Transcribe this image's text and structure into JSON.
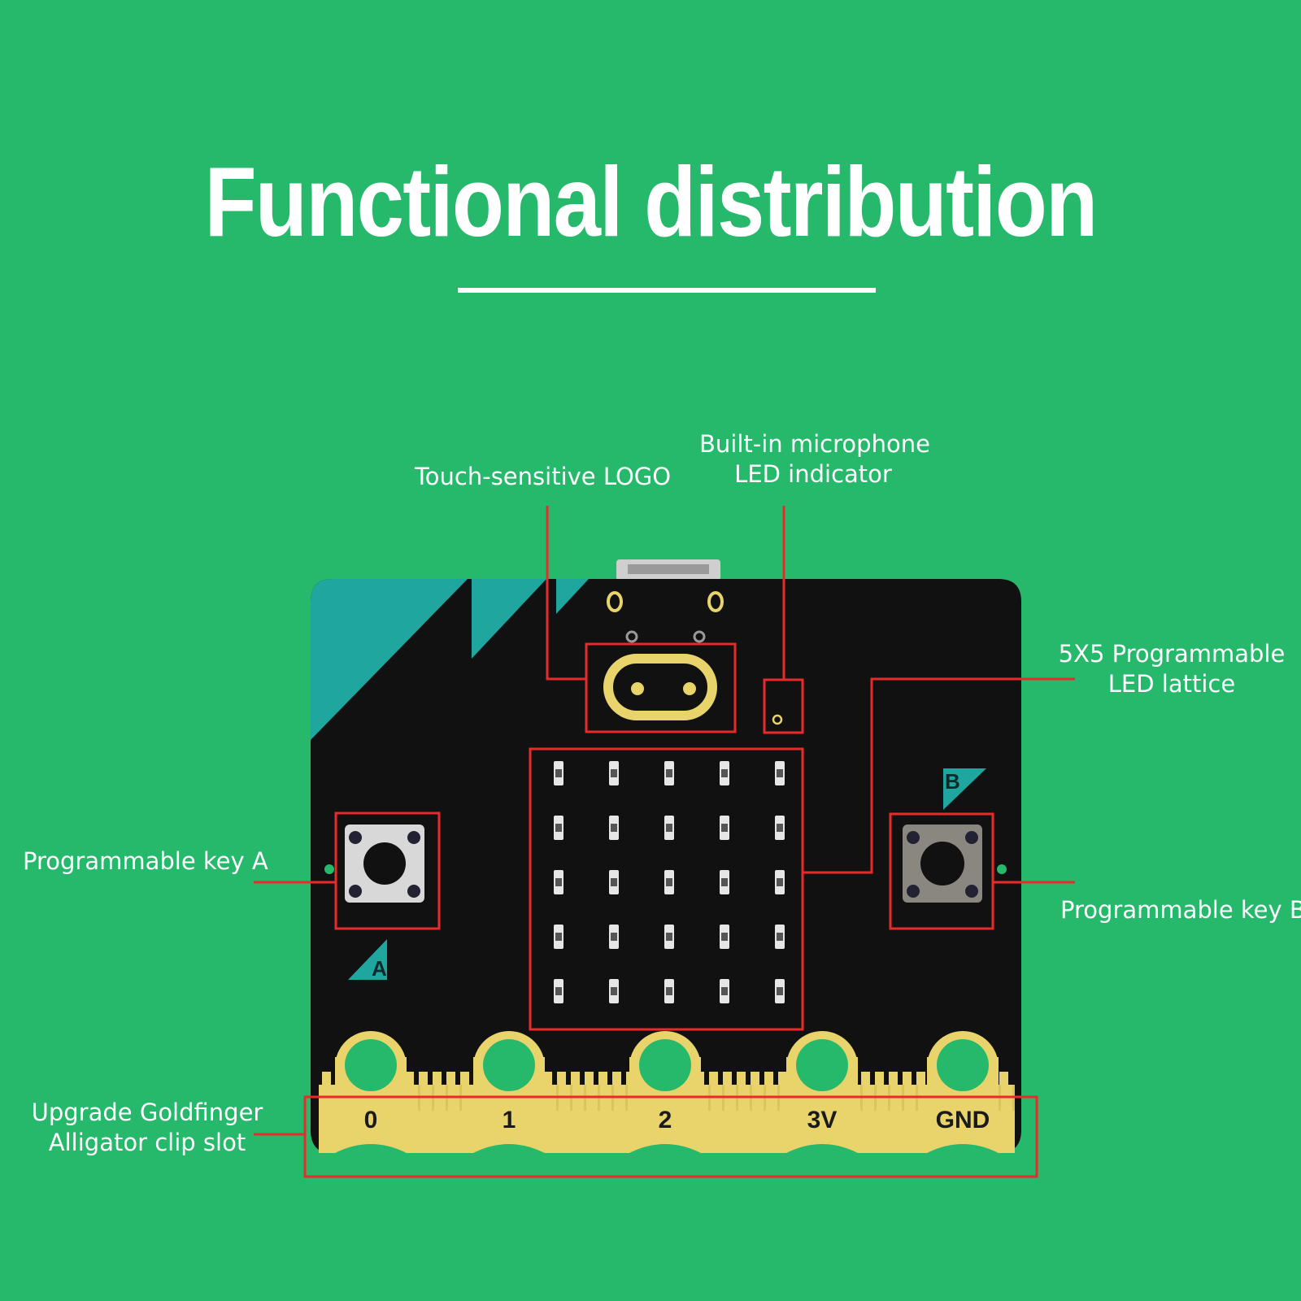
{
  "title": "Functional distribution",
  "labels": {
    "logo": "Touch-sensitive LOGO",
    "microphone_line1": "Built-in microphone",
    "microphone_line2": "LED indicator",
    "lattice_line1": "5X5 Programmable",
    "lattice_line2": "LED lattice",
    "key_a": "Programmable key A",
    "key_b": "Programmable key B",
    "goldfinger_line1": "Upgrade Goldfinger",
    "goldfinger_line2": "Alligator clip slot"
  },
  "board": {
    "button_a_badge": "A",
    "button_b_badge": "B",
    "pins": [
      "0",
      "1",
      "2",
      "3V",
      "GND"
    ]
  },
  "colors": {
    "background": "#27b96b",
    "board": "#111111",
    "accent_teal": "#1fa79f",
    "gold": "#e8d46a",
    "callout": "#e82a2a"
  }
}
